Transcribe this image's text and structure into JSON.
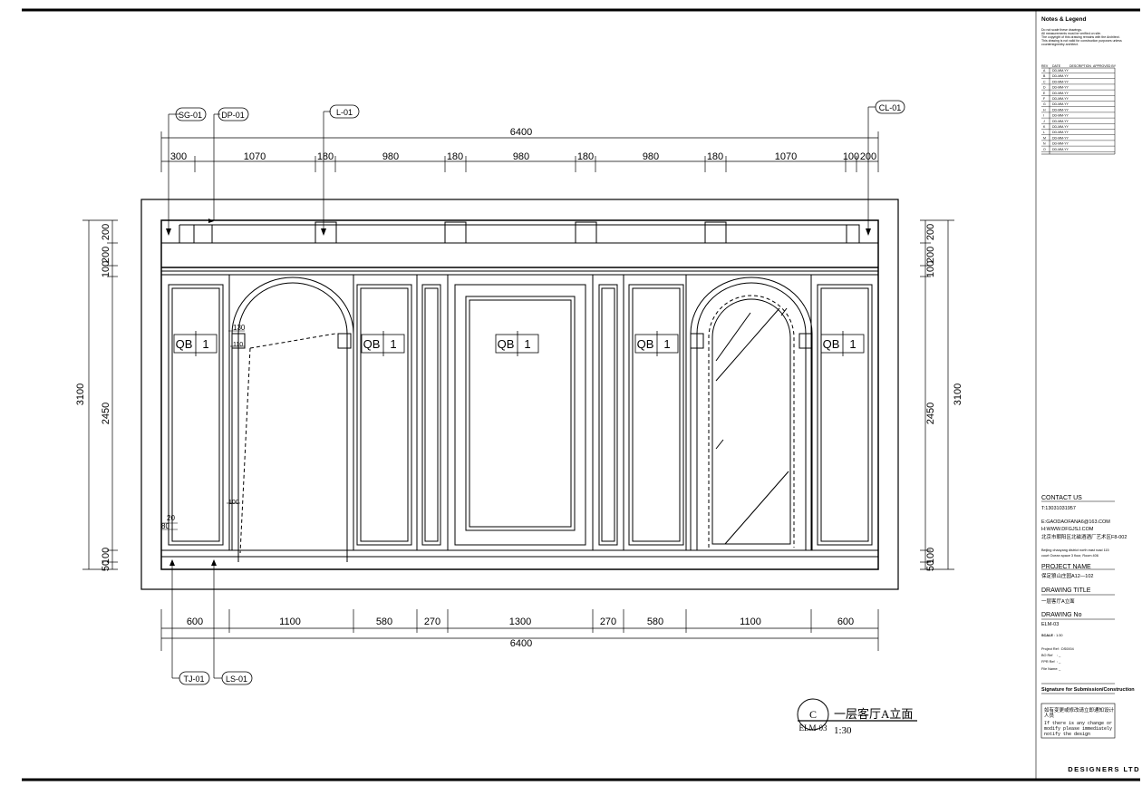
{
  "top_dims": {
    "overall": "6400",
    "segments": [
      "300",
      "1070",
      "180",
      "980",
      "180",
      "980",
      "180",
      "980",
      "180",
      "1070",
      "100",
      "200"
    ]
  },
  "bottom_dims": {
    "overall": "6400",
    "segments": [
      "600",
      "1100",
      "580",
      "270",
      "1300",
      "270",
      "580",
      "1100",
      "600"
    ]
  },
  "left_dims": {
    "overall": "3100",
    "segments": [
      "200",
      "200",
      "100",
      "2450",
      "100",
      "50"
    ]
  },
  "right_dims": {
    "overall": "3100",
    "segments": [
      "200",
      "200",
      "100",
      "2450",
      "100",
      "50"
    ]
  },
  "callouts": {
    "sg": "SG-01",
    "dp": "DP-01",
    "l": "L-01",
    "cl": "CL-01",
    "tj": "TJ-01",
    "ls": "LS-01"
  },
  "small_dims": {
    "d130": "130",
    "d110": "110",
    "d100": "100",
    "d20": "20",
    "d80": "80"
  },
  "panel_tags": [
    {
      "code": "QB",
      "num": "1"
    },
    {
      "code": "QB",
      "num": "1"
    },
    {
      "code": "QB",
      "num": "1"
    },
    {
      "code": "QB",
      "num": "1"
    },
    {
      "code": "QB",
      "num": "1"
    }
  ],
  "title_block": {
    "notes_heading": "Notes & Legend",
    "notes_lines": [
      "Do not scale these drawings.",
      "All measurements must be verified on site.",
      "The copyright of this drawing remains with the Architect.",
      "This drawing is not valid for construction purposes unless",
      "countersignedby architect."
    ],
    "rev_header": [
      "REV",
      "DATE",
      "DESCRIPTION",
      "APPROVED BY"
    ],
    "rev_rows": [
      "A",
      "B",
      "C",
      "D",
      "E",
      "F",
      "G",
      "H",
      "I",
      "J",
      "K",
      "L",
      "M",
      "N",
      "O"
    ],
    "rev_date": "DD-MM-YY",
    "contact_heading": "CONTACT US",
    "phone": "T:13031031957",
    "email": "E:GAODAOFANA6@163.COM",
    "web": "H:WWW.DFGJSJ.COM",
    "address_cn": "北京市朝阳区北磁酒酒厂艺术区F8-002",
    "address_en1": "Beijing chaoyang district north east road 115",
    "address_en2": "court Ocean space 3 floor, Room 406",
    "project_name_label": "PROJECT NAME",
    "project_name": "保定狼山庄园A12—102",
    "drawing_title_label": "DRAWING TITLE",
    "drawing_title": "一层客厅A立面",
    "drawing_no_label": "DRAWING No",
    "drawing_no": "ELM-03",
    "scale_label": "SCALE",
    "scale": ": 1:30",
    "project_ref_label": "Project Ref :",
    "project_ref": "DS0004",
    "bo_ref_label": "BO Ref",
    "bo_ref": ": _",
    "fpr_ref_label": "FPR Ref",
    "fpr_ref": ": _",
    "file_name_label": "File Name",
    "file_name": ": _",
    "signature_label": "Signature for Submission/Construction",
    "warn_cn1": "如有变更或修改请立即通知设计",
    "warn_cn2": "人员",
    "warn_en1": "If there is any change or",
    "warn_en2": "modify please immediately",
    "warn_en3": "notify the design",
    "brand": "DESIGNERS LTD"
  },
  "view_label": {
    "letter": "C",
    "sheet": "ELM-03",
    "title": "一层客厅A立面",
    "scale": "1:30"
  }
}
